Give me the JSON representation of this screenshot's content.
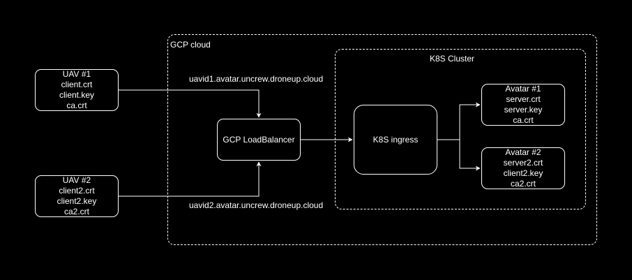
{
  "colors": {
    "background": "#000000",
    "stroke": "#ffffff",
    "text": "#ffffff"
  },
  "regions": {
    "gcp_cloud": {
      "label": "GCP cloud"
    },
    "k8s_cluster": {
      "label": "K8S Cluster"
    }
  },
  "nodes": {
    "uav1": {
      "lines": [
        "UAV #1",
        "client.crt",
        "client.key",
        "ca.crt"
      ]
    },
    "uav2": {
      "lines": [
        "UAV #2",
        "client2.crt",
        "client2.key",
        "ca2.crt"
      ]
    },
    "load_balancer": {
      "label": "GCP LoadBalancer"
    },
    "ingress": {
      "label": "K8S ingress"
    },
    "avatar1": {
      "lines": [
        "Avatar #1",
        "server.crt",
        "server.key",
        "ca.crt"
      ]
    },
    "avatar2": {
      "lines": [
        "Avatar #2",
        "server2.crt",
        "client2.key",
        "ca2.crt"
      ]
    }
  },
  "edges": {
    "uav1_to_lb": {
      "label": "uavid1.avatar.uncrew.droneup.cloud"
    },
    "uav2_to_lb": {
      "label": "uavid2.avatar.uncrew.droneup.cloud"
    }
  }
}
